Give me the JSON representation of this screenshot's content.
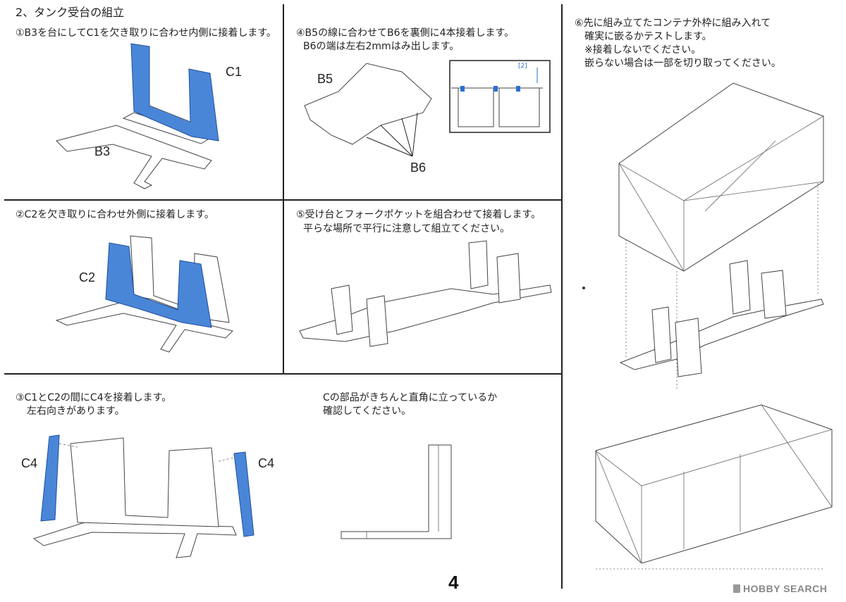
{
  "section_title": "2、タンク受台の組立",
  "steps": {
    "s1": "①B3を台にしてC1を欠き取りに合わせ内側に接着します。",
    "s2": "②C2を欠き取りに合わせ外側に接着します。",
    "s3_line1": "③C1とC2の間にC4を接着します。",
    "s3_line2": "左右向きがあります。",
    "s4_line1": "④B5の線に合わせてB6を裏側に4本接着します。",
    "s4_line2": "B6の端は左右2mmはみ出します。",
    "s5_line1": "⑤受け台とフォークポケットを組合わせて接着します。",
    "s5_line2": "平らな場所で平行に注意して組立てください。",
    "s6_line1": "⑥先に組み立てたコンテナ外枠に組み入れて",
    "s6_line2": "確実に嵌るかテストします。",
    "s6_line3": "※接着しないでください。",
    "s6_line4": "嵌らない場合は一部を切り取ってください。",
    "note_line1": "Cの部品がきちんと直角に立っているか",
    "note_line2": "確認してください。"
  },
  "labels": {
    "c1": "C1",
    "b3": "B3",
    "c2": "C2",
    "c4_left": "C4",
    "c4_right": "C4",
    "b5": "B5",
    "b6": "B6",
    "dim": "[2]"
  },
  "page_number": "4",
  "watermark": "HOBBY SEARCH",
  "colors": {
    "highlight_blue": "#4a86d8",
    "line": "#222222"
  }
}
